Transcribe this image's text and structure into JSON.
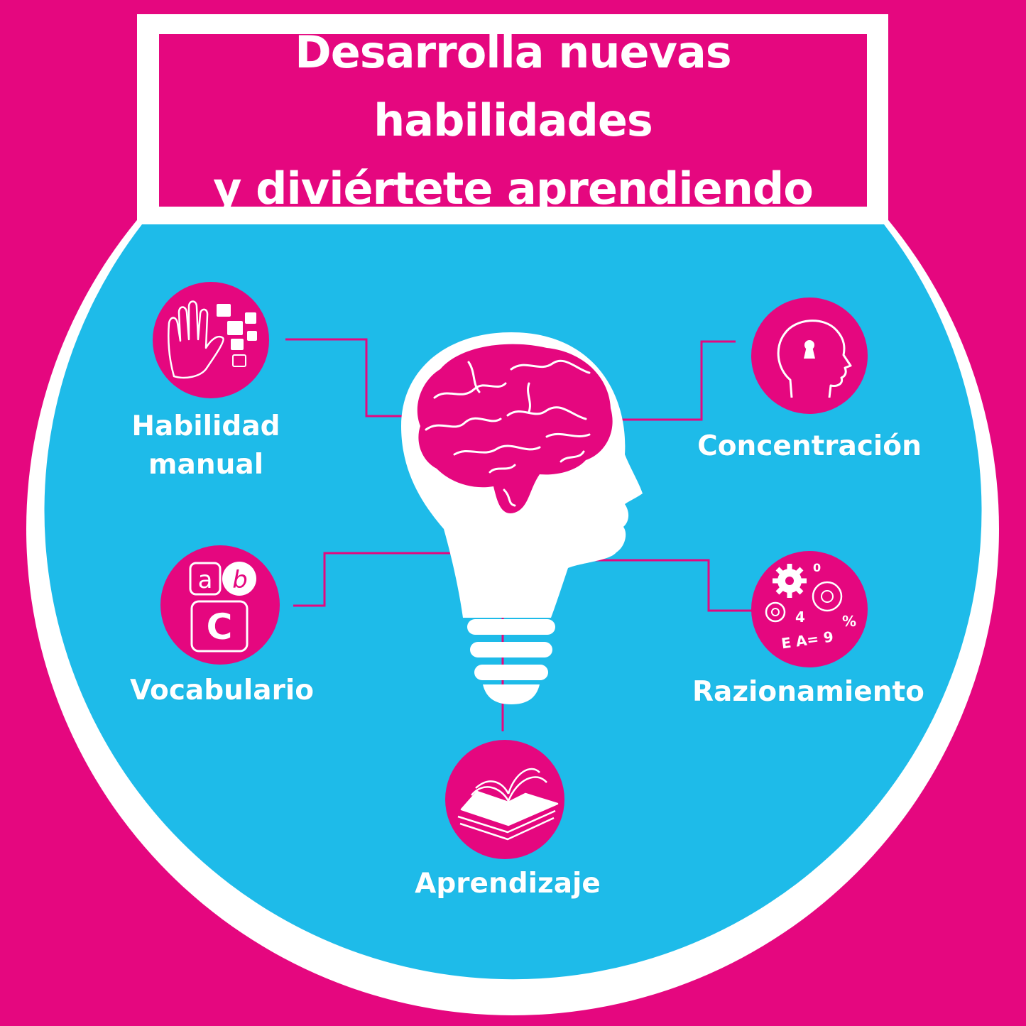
{
  "header": {
    "title_line1": "Desarrolla nuevas habilidades",
    "title_line2": "y diviértete aprendiendo"
  },
  "skills": [
    {
      "name": "Habilidad",
      "name2": "manual",
      "icon": "hand-puzzle-icon"
    },
    {
      "name": "Concentración",
      "icon": "head-keyhole-icon"
    },
    {
      "name": "Vocabulario",
      "icon": "abc-blocks-icon"
    },
    {
      "name": "Razionamiento",
      "icon": "gears-numbers-icon"
    },
    {
      "name": "Aprendizaje",
      "icon": "open-book-icon"
    }
  ],
  "icon_letters": {
    "a": "a",
    "b": "b",
    "c": "C"
  },
  "icon_math": {
    "n0": "0",
    "n4": "4",
    "pct": "%",
    "eq": "E A= 9"
  },
  "colors": {
    "magenta": "#e5077f",
    "cyan": "#1ebbe9",
    "white": "#ffffff"
  }
}
